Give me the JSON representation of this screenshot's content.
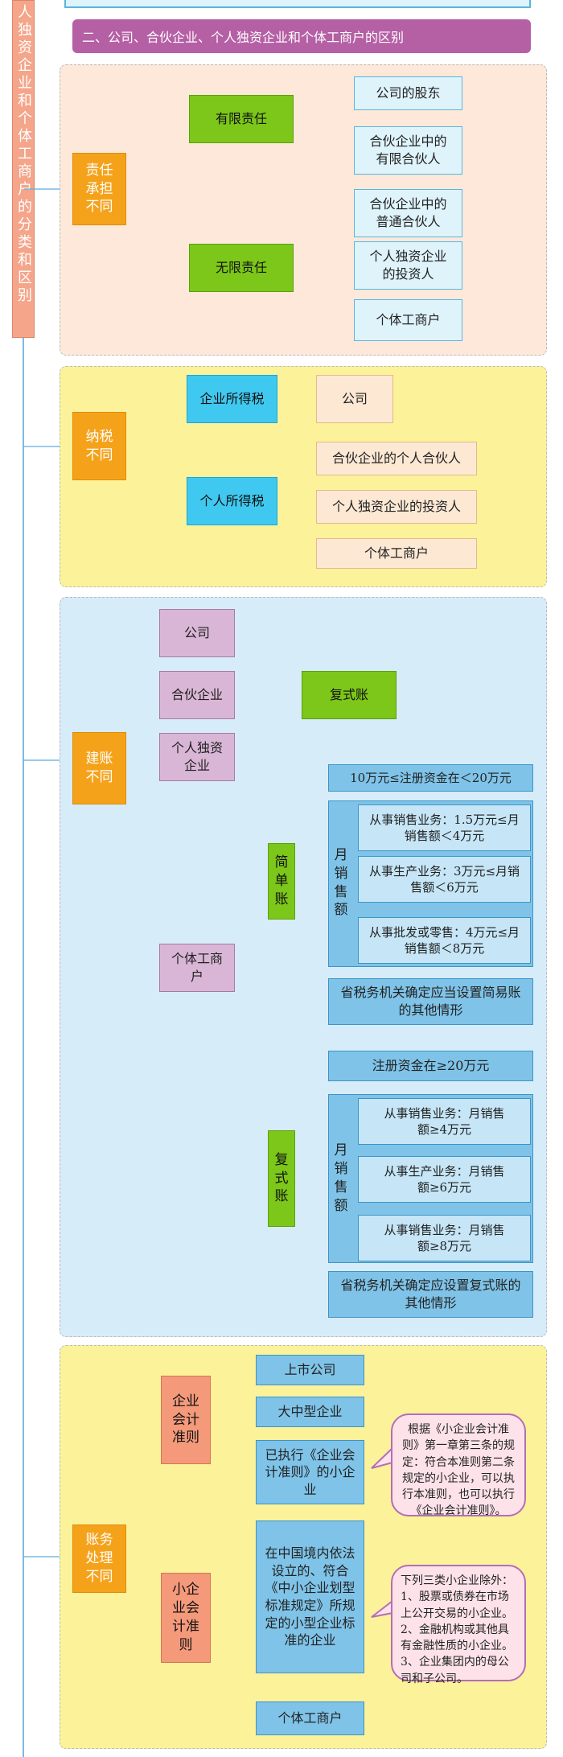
{
  "left_band": {
    "text": "人独资企业和个体工商户的分类和区别"
  },
  "section_header": {
    "title": "二、公司、合伙企业、个人独资企业和个体工商户的区别"
  },
  "responsibility": {
    "root": "责任承担不同",
    "limited": "有限责任",
    "unlimited": "无限责任",
    "limited_items": [
      "公司的股东",
      "合伙企业中的有限合伙人"
    ],
    "unlimited_items": [
      "合伙企业中的普通合伙人",
      "个人独资企业的投资人",
      "个体工商户"
    ]
  },
  "tax": {
    "root": "纳税不同",
    "corporate": "企业所得税",
    "personal": "个人所得税",
    "corporate_items": [
      "公司"
    ],
    "personal_items": [
      "合伙企业的个人合伙人",
      "个人独资企业的投资人",
      "个体工商户"
    ]
  },
  "accounts": {
    "root": "建账不同",
    "entities": [
      "公司",
      "合伙企业",
      "个人独资企业",
      "个体工商户"
    ],
    "double_entry": "复式账",
    "simple": "简单账",
    "complex": "复式账",
    "monthly_sales": "月销售额",
    "simple_items": {
      "capital": "10万元≤注册资金在＜20万元",
      "sales": [
        "从事销售业务：1.5万元≤月销售额＜4万元",
        "从事生产业务：3万元≤月销售额＜6万元",
        "从事批发或零售：4万元≤月销售额＜8万元"
      ],
      "other": "省税务机关确定应当设置简易账的其他情形"
    },
    "complex_items": {
      "capital": "注册资金在≥20万元",
      "sales": [
        "从事销售业务：月销售额≥4万元",
        "从事生产业务：月销售额≥6万元",
        "从事销售业务：月销售额≥8万元"
      ],
      "other": "省税务机关确定应设置复式账的其他情形"
    }
  },
  "bookkeeping": {
    "root": "账务处理不同",
    "enterprise_std": "企业会计准则",
    "small_std": "小企业会计准则",
    "enterprise_items": [
      "上市公司",
      "大中型企业",
      "已执行《企业会计准则》的小企业"
    ],
    "small_items": [
      "在中国境内依法设立的、符合《中小企业划型标准规定》所规定的小型企业标准的企业",
      "个体工商户"
    ],
    "note1": "根据《小企业会计准则》第一章第三条的规定：符合本准则第二条规定的小企业，可以执行本准则，也可以执行《企业会计准则》。",
    "note2": "下列三类小企业除外：1、股票或债券在市场上公开交易的小企业。2、金融机构或其他具有金融性质的小企业。3、企业集团内的母公司和子公司。"
  }
}
